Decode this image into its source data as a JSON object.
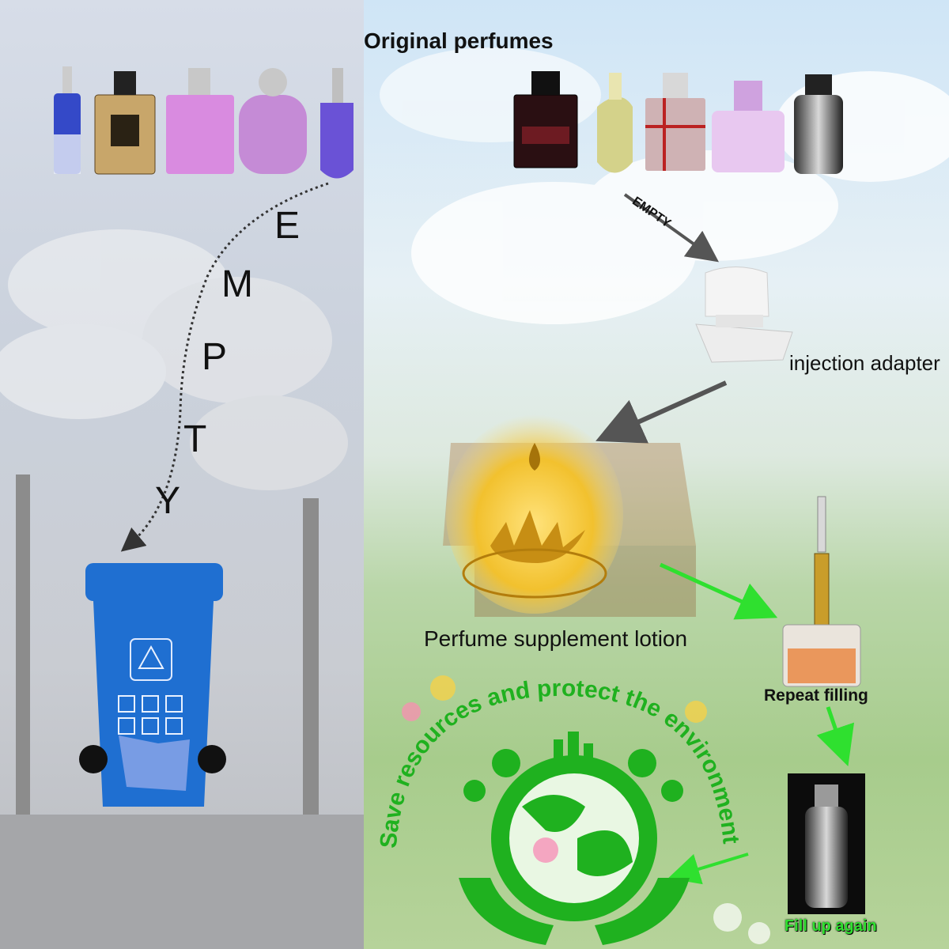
{
  "header": {
    "title": "Original perfumes"
  },
  "left": {
    "empty_letters": [
      "E",
      "M",
      "P",
      "T",
      "Y"
    ]
  },
  "right": {
    "empty_label": "EMPTY",
    "adapter_label": "injection adapter",
    "lotion_label": "Perfume supplement lotion",
    "repeat_label": "Repeat filling",
    "slogan": "Save resources and protect the environment",
    "refill_label": "Fill up again"
  },
  "colors": {
    "bin_blue": "#1f6fd1",
    "arrow_green": "#2fe02f",
    "arrow_gray": "#555555",
    "slogan_green": "#1fb11f",
    "lotion_gold": "#f2c12e"
  }
}
